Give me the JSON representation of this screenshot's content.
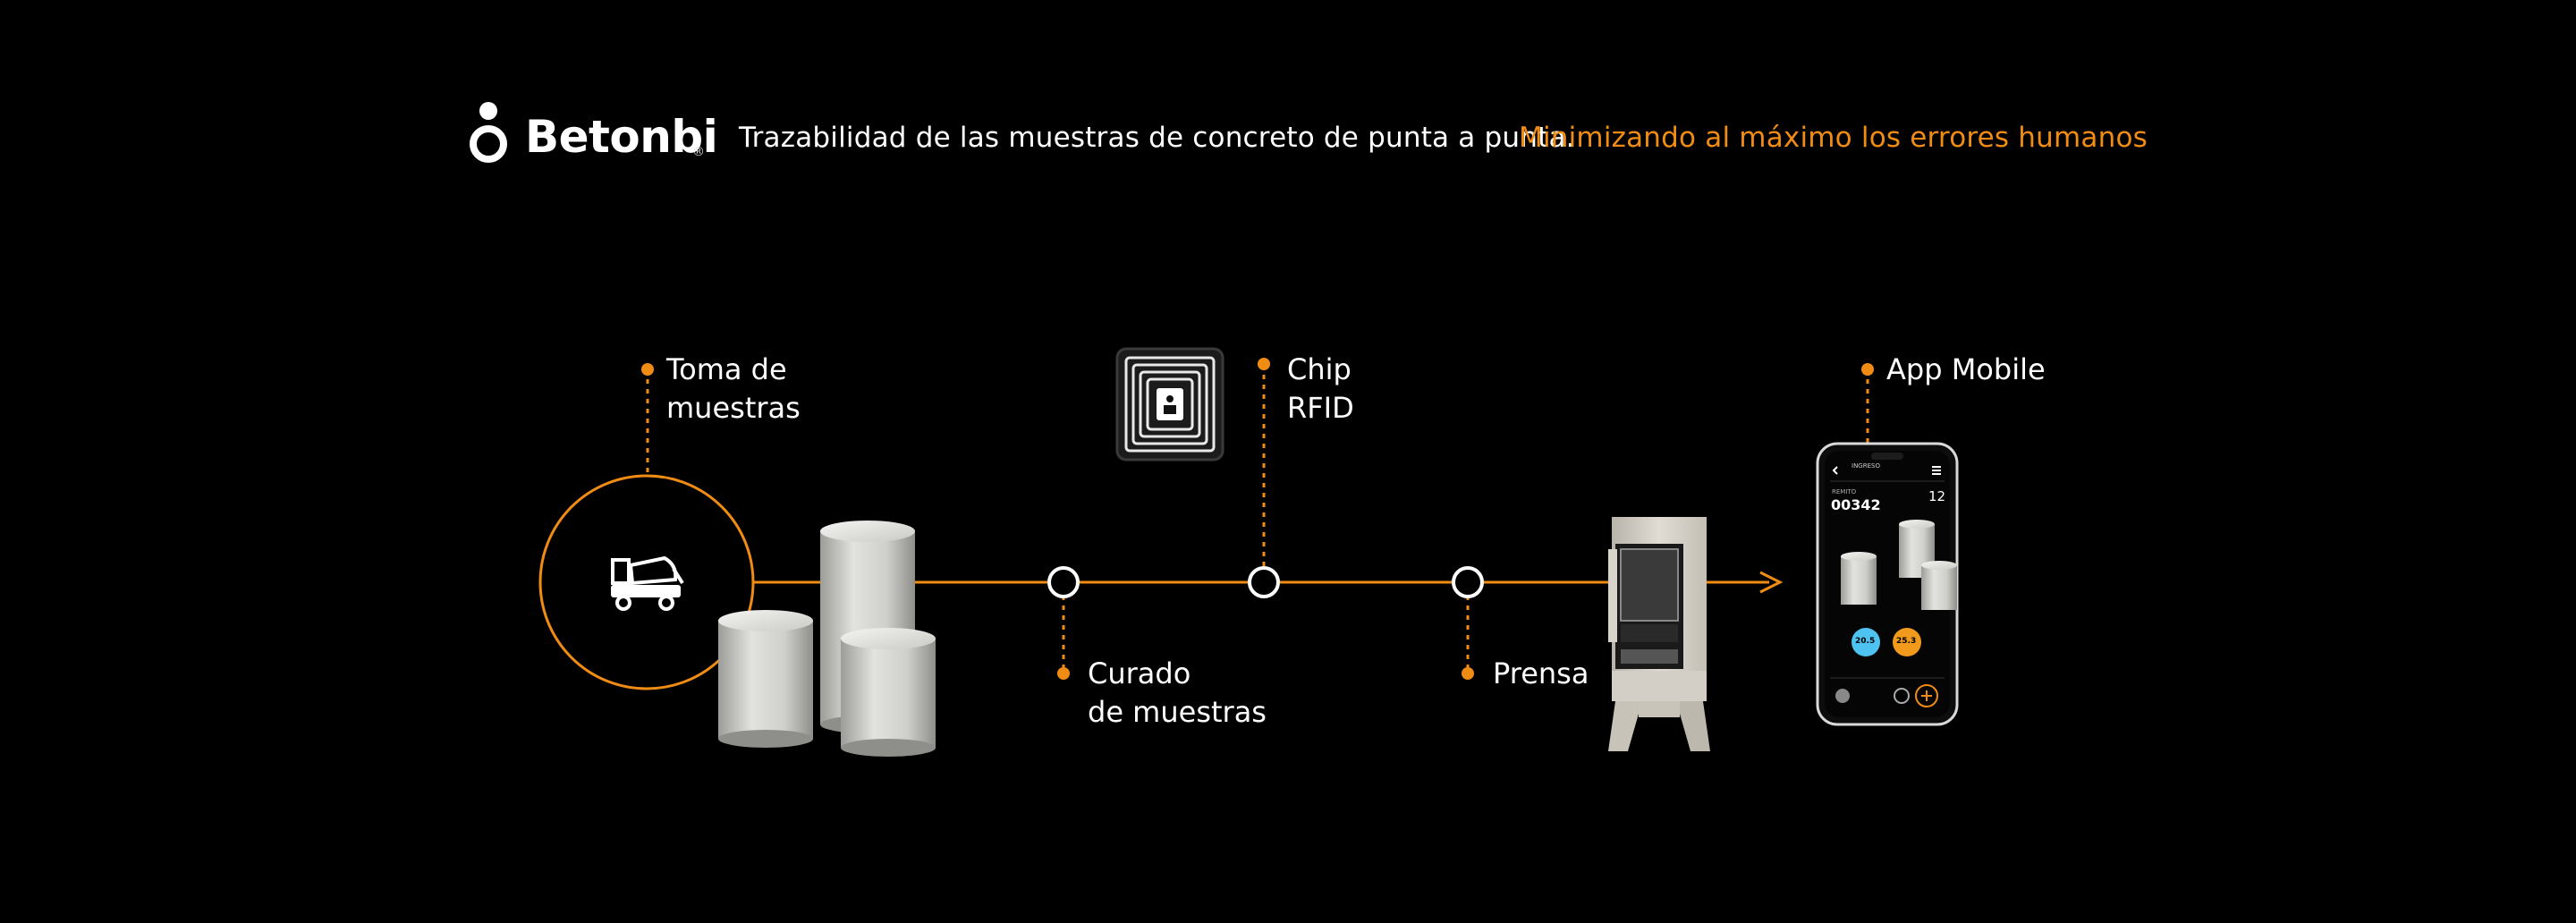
{
  "brand": {
    "name": "Betonbi",
    "registered_mark": "®"
  },
  "header": {
    "tagline": "Trazabilidad de las muestras de concreto de punta a punta.",
    "highlight": "Minimizando al máximo los errores humanos"
  },
  "steps": [
    {
      "label_lines": [
        "Toma de",
        "muestras"
      ]
    },
    {
      "label_lines": [
        "Chip",
        "RFID"
      ]
    },
    {
      "label_lines": [
        "App Mobile"
      ]
    },
    {
      "label_lines": [
        "Curado",
        "de muestras"
      ]
    },
    {
      "label_lines": [
        "Prensa"
      ]
    }
  ],
  "phone": {
    "screen_title": "INGRESO",
    "field_label": "REMITO",
    "remito_number": "00342",
    "counter": "12",
    "metric_1": "20.5",
    "metric_2": "25.3"
  },
  "colors": {
    "accent": "#f08c14",
    "background": "#000000",
    "text": "#ffffff"
  },
  "icons": [
    "betonbi-logo-icon",
    "concrete-mixer-truck-icon",
    "rfid-chip-icon",
    "arrow-right-icon"
  ]
}
